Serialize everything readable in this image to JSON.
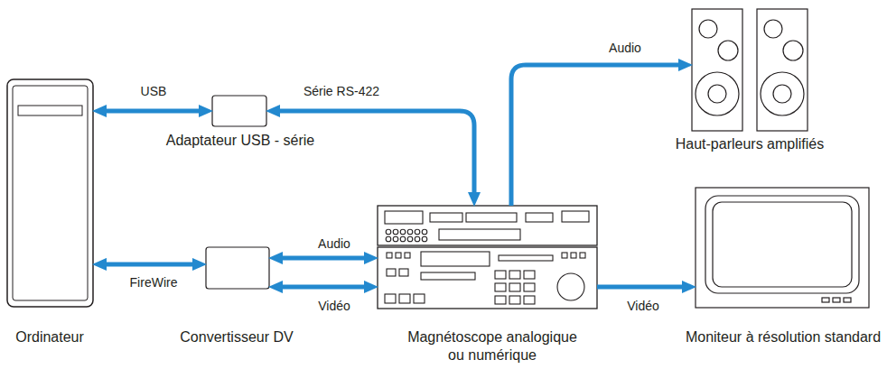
{
  "diagram": {
    "nodes": [
      {
        "text": [
          "Ordinateur"
        ]
      },
      {
        "text": [
          "Adaptateur USB - série"
        ]
      },
      {
        "text": [
          "Haut-parleurs amplifiés"
        ]
      },
      {
        "text": [
          "Convertisseur DV"
        ]
      },
      {
        "text": [
          "Magnétoscope analogique ou numérique"
        ]
      },
      {
        "text": [
          "Moniteur à résolution standard"
        ]
      }
    ],
    "edges": [
      {
        "from": 0,
        "to": 1,
        "label": "USB",
        "arrow": "both"
      },
      {
        "from": 1,
        "to": 4,
        "label": "Série RS-422",
        "arrow": "both"
      },
      {
        "from": 4,
        "to": 2,
        "label": "Audio",
        "arrow": "to"
      },
      {
        "from": 3,
        "to": 4,
        "label": "Audio",
        "arrow": "both"
      },
      {
        "from": 3,
        "to": 4,
        "label": "Vidéo",
        "arrow": "both"
      },
      {
        "from": 0,
        "to": 3,
        "label": "FireWire",
        "arrow": "both"
      },
      {
        "from": 4,
        "to": 5,
        "label": "Vidéo",
        "arrow": "to"
      }
    ]
  }
}
